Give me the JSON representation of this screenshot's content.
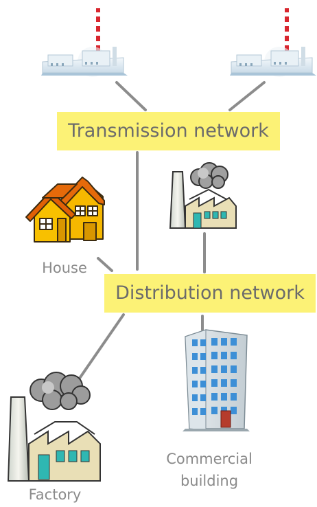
{
  "networks": {
    "transmission_label": "Transmission network",
    "distribution_label": "Distribution network"
  },
  "consumers": {
    "house_label": "House",
    "factory_label": "Factory",
    "commercial_label_line1": "Commercial",
    "commercial_label_line2": "building"
  },
  "icons": [
    "power-plant-icon",
    "power-plant-icon",
    "house-icon",
    "industrial-plant-icon",
    "factory-icon",
    "office-building-icon"
  ],
  "colors": {
    "label_highlight": "#fcf276",
    "connector": "#8c8c8c",
    "house_wall": "#f6b800",
    "house_roof": "#e56a0a",
    "building_window": "#3d8fd6",
    "factory_window": "#2fb7b2"
  }
}
